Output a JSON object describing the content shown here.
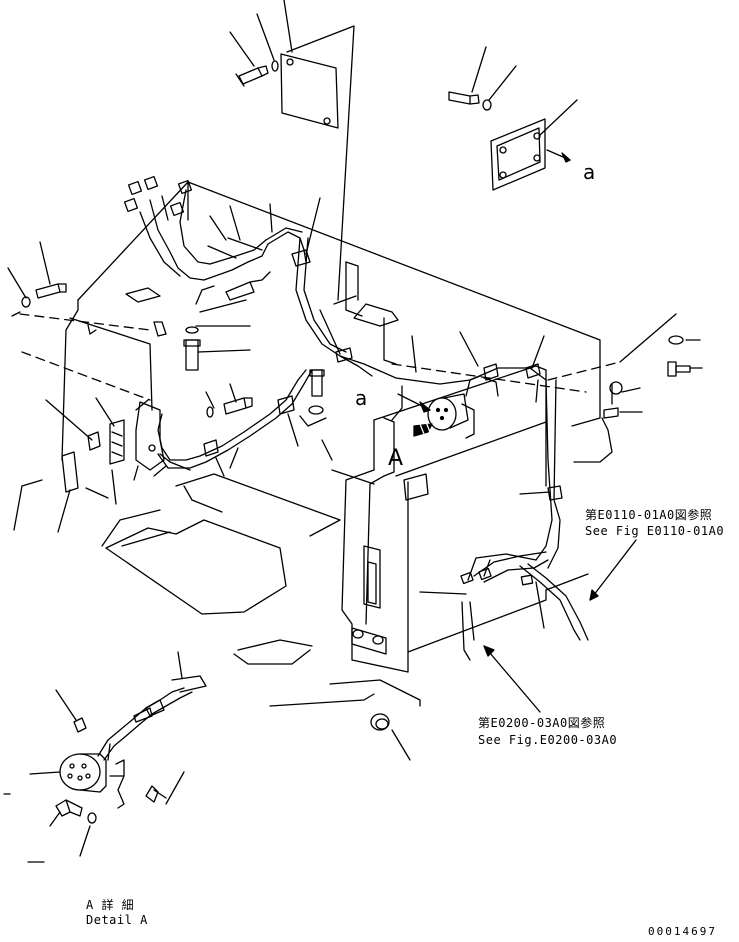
{
  "callouts": {
    "view_a_letter": "a",
    "view_a_letter_2": "a",
    "detail_marker": "A",
    "ref_1_jp": "第E0110-01A0図参照",
    "ref_1_en": "See Fig E0110-01A0",
    "ref_2_jp": "第E0200-03A0図参照",
    "ref_2_en": "See Fig.E0200-03A0"
  },
  "detail": {
    "title_jp": "A 詳 細",
    "title_en": "Detail A"
  },
  "drawing_number": "00014697"
}
